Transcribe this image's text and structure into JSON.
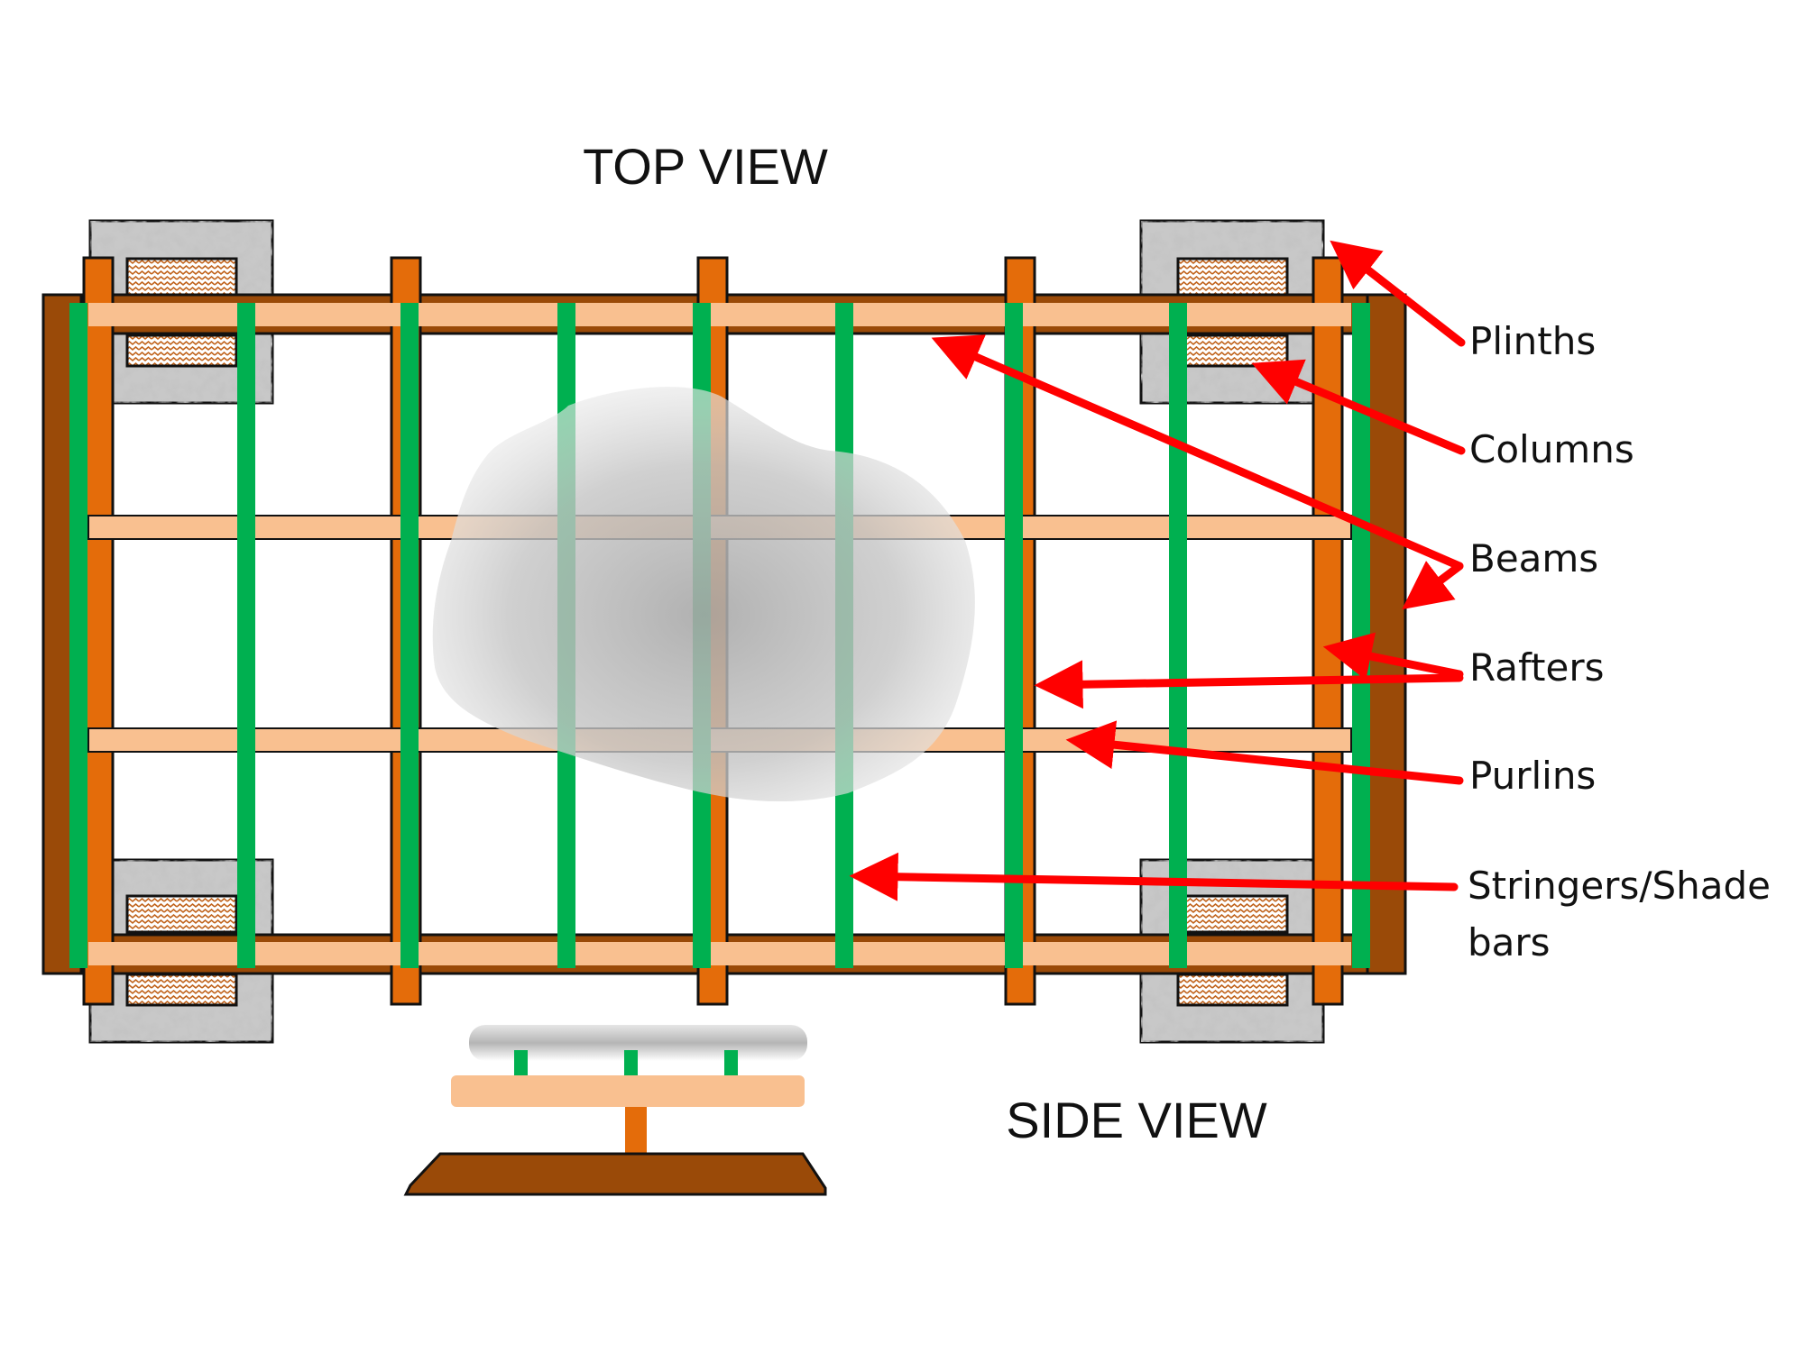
{
  "titles": {
    "top_view": "TOP VIEW",
    "side_view": "SIDE VIEW"
  },
  "labels": {
    "plinths": "Plinths",
    "columns": "Columns",
    "beams": "Beams",
    "rafters": "Rafters",
    "purlins": "Purlins",
    "stringers_line1": "Stringers/Shade",
    "stringers_line2": "bars"
  },
  "colors": {
    "beam": "#9a4a08",
    "column": "#e46c0a",
    "purlin": "#f9c090",
    "stringer": "#00b050",
    "plinth": "#b8b8b8",
    "arrow": "#ff0000"
  }
}
